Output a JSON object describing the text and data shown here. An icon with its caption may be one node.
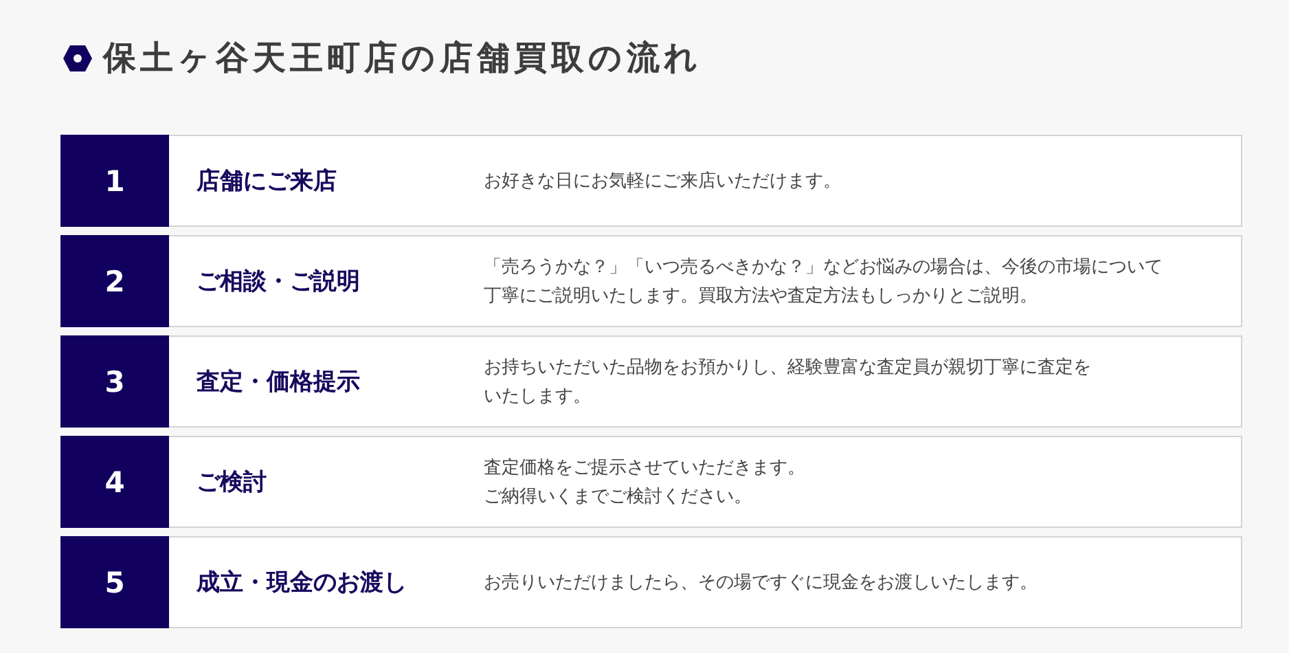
{
  "diagram": {
    "title": "保土ヶ谷天王町店の店舗買取の流れ",
    "nodes": [
      {
        "text": [
          "店舗にご来店",
          "お好きな日にお気軽にご来店いただけます。"
        ]
      },
      {
        "text": [
          "1"
        ],
        "in": 0
      },
      {
        "text": [
          "ご相談・ご説明",
          "「売ろうかな？」「いつ売るべきかな？」などお悩みの場合は、今後の市場について丁寧にご説明いたします。買取方法や査定方法もしっかりとご説明。"
        ]
      },
      {
        "text": [
          "2"
        ],
        "in": 2
      },
      {
        "text": [
          "査定・価格提示",
          "お持ちいただいた品物をお預かりし、経験豊富な査定員が親切丁寧に査定をいたします。"
        ]
      },
      {
        "text": [
          "3"
        ],
        "in": 4
      },
      {
        "text": [
          "ご検討",
          "査定価格をご提示させていただきます。ご納得いくまでご検討ください。"
        ]
      },
      {
        "text": [
          "4"
        ],
        "in": 6
      },
      {
        "text": [
          "成立・現金のお渡し",
          "お売りいただけましたら、その場ですぐに現金をお渡しいたします。"
        ]
      },
      {
        "text": [
          "5"
        ],
        "in": 8
      }
    ]
  }
}
